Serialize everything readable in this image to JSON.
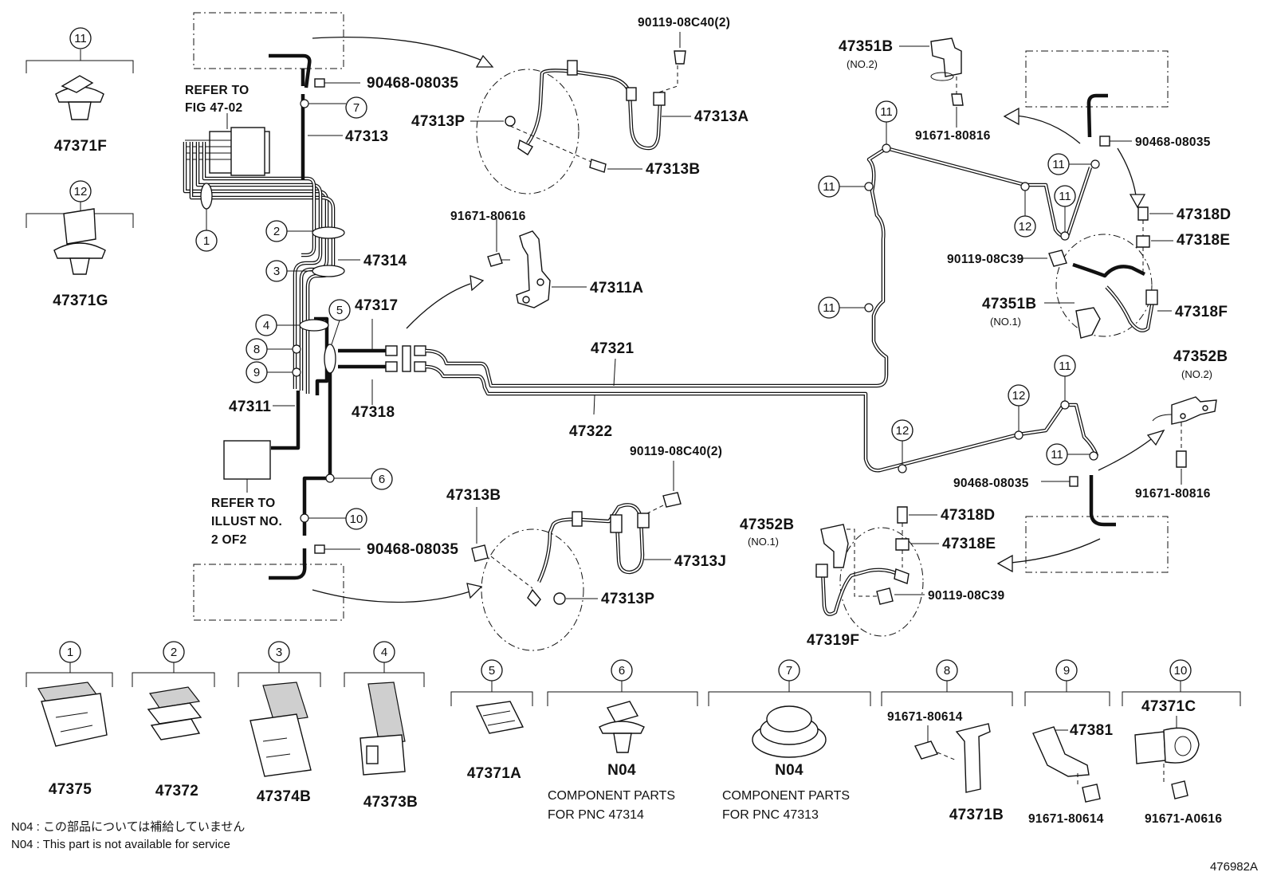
{
  "callouts": [
    "1",
    "2",
    "3",
    "4",
    "5",
    "6",
    "7",
    "8",
    "9",
    "10",
    "11",
    "12"
  ],
  "refer_fig": "REFER TO\nFIG 47-02",
  "refer_illust": "REFER TO\nILLUST NO.\n2 OF2",
  "labels": {
    "p90468_a": "90468-08035",
    "p47313": "47313",
    "p47314": "47314",
    "p47317": "47317",
    "p47318": "47318",
    "p47311": "47311",
    "p90468_b": "90468-08035",
    "p90119_a": "90119-08C40(2)",
    "p47313P_a": "47313P",
    "p47313A": "47313A",
    "p47313B_a": "47313B",
    "p91671_80616": "91671-80616",
    "p47311A": "47311A",
    "p47321": "47321",
    "p47322": "47322",
    "p90119_b": "90119-08C40(2)",
    "p47313B_b": "47313B",
    "p47313J": "47313J",
    "p47313P_b": "47313P",
    "p47351B_2": "47351B",
    "p47351B_2_sub": "(NO.2)",
    "p91671_80816_a": "91671-80816",
    "p90468_c": "90468-08035",
    "p47318D_a": "47318D",
    "p47318E_a": "47318E",
    "p90119_08C39_a": "90119-08C39",
    "p47351B_1": "47351B",
    "p47351B_1_sub": "(NO.1)",
    "p47318F": "47318F",
    "p47352B_2": "47352B",
    "p47352B_2_sub": "(NO.2)",
    "p90468_d": "90468-08035",
    "p91671_80816_b": "91671-80816",
    "p47352B_1": "47352B",
    "p47352B_1_sub": "(NO.1)",
    "p47318D_b": "47318D",
    "p47318E_b": "47318E",
    "p90119_08C39_b": "90119-08C39",
    "p47319F": "47319F",
    "p47371F": "47371F",
    "p47371G": "47371G"
  },
  "legend": [
    {
      "num": "1",
      "part": "47375"
    },
    {
      "num": "2",
      "part": "47372"
    },
    {
      "num": "3",
      "part": "47374B"
    },
    {
      "num": "4",
      "part": "47373B"
    },
    {
      "num": "5",
      "part": "47371A"
    },
    {
      "num": "6",
      "part": "N04",
      "note": "COMPONENT PARTS\nFOR PNC 47314"
    },
    {
      "num": "7",
      "part": "N04",
      "note": "COMPONENT PARTS\nFOR PNC 47313"
    },
    {
      "num": "8",
      "part": "47371B",
      "extra": "91671-80614"
    },
    {
      "num": "9",
      "part": "91671-80614",
      "extra": "47381"
    },
    {
      "num": "10",
      "part": "91671-A0616",
      "extra": "47371C"
    }
  ],
  "footnote_jp": "N04 : この部品については補給していません",
  "footnote_en": "N04 : This part is not available for service",
  "figure_id": "476982A"
}
